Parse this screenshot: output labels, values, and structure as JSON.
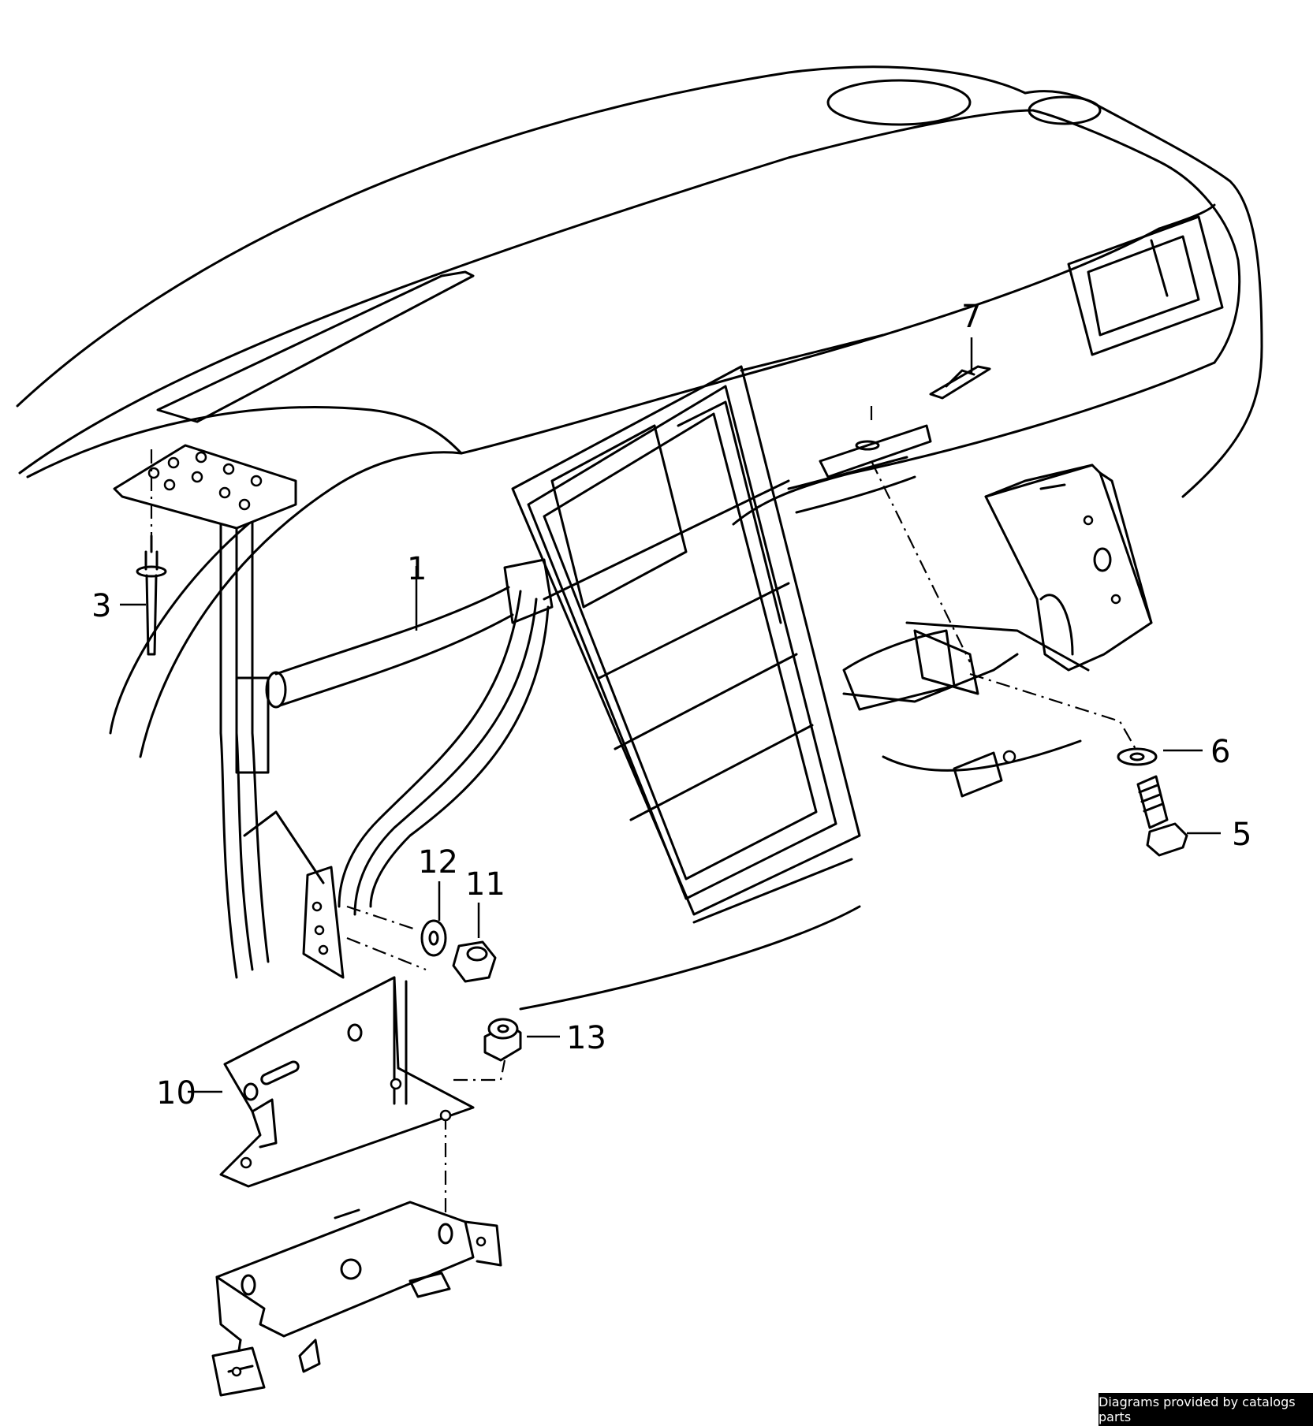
{
  "diagram": {
    "callouts": [
      {
        "id": "1",
        "label": "1"
      },
      {
        "id": "3",
        "label": "3"
      },
      {
        "id": "5",
        "label": "5"
      },
      {
        "id": "6",
        "label": "6"
      },
      {
        "id": "7",
        "label": "7"
      },
      {
        "id": "10",
        "label": "10"
      },
      {
        "id": "11",
        "label": "11"
      },
      {
        "id": "12",
        "label": "12"
      },
      {
        "id": "13",
        "label": "13"
      }
    ]
  },
  "footer": {
    "credit": "Diagrams provided by catalogs parts"
  }
}
